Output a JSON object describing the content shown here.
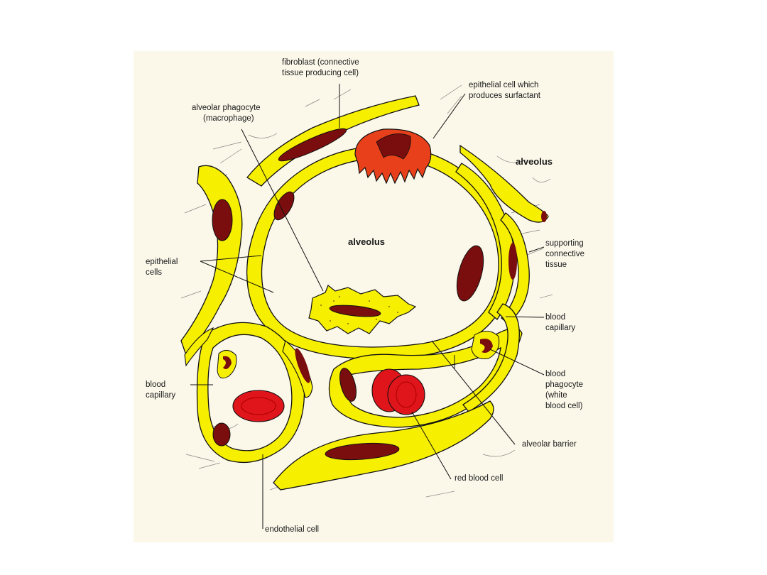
{
  "diagram": {
    "labels": {
      "fibroblast_line1": "fibroblast (connective",
      "fibroblast_line2": "tissue producing cell)",
      "epithelial_surf_line1": "epithelial cell which",
      "epithelial_surf_line2": "produces surfactant",
      "phagocyte_line1": "alveolar phagocyte",
      "phagocyte_line2": "(macrophage)",
      "alveolus_top": "alveolus",
      "alveolus_center": "alveolus",
      "epithelial_cells_line1": "epithelial",
      "epithelial_cells_line2": "cells",
      "supporting_line1": "supporting",
      "supporting_line2": "connective",
      "supporting_line3": "tissue",
      "blood_cap_right_line1": "blood",
      "blood_cap_right_line2": "capillary",
      "blood_phag_line1": "blood",
      "blood_phag_line2": "phagocyte",
      "blood_phag_line3": "(white",
      "blood_phag_line4": "blood cell)",
      "blood_cap_left_line1": "blood",
      "blood_cap_left_line2": "capillary",
      "alveolar_barrier": "alveolar barrier",
      "red_blood_cell": "red blood cell",
      "endothelial_cell": "endothelial cell"
    },
    "colors": {
      "cell_yellow": "#f7ef00",
      "nucleus_dark": "#7a0d0d",
      "rbc_red": "#e0141b",
      "surfactant_cell": "#e8401a",
      "outline": "#111111",
      "panel_bg": "#fbf8ea"
    }
  }
}
